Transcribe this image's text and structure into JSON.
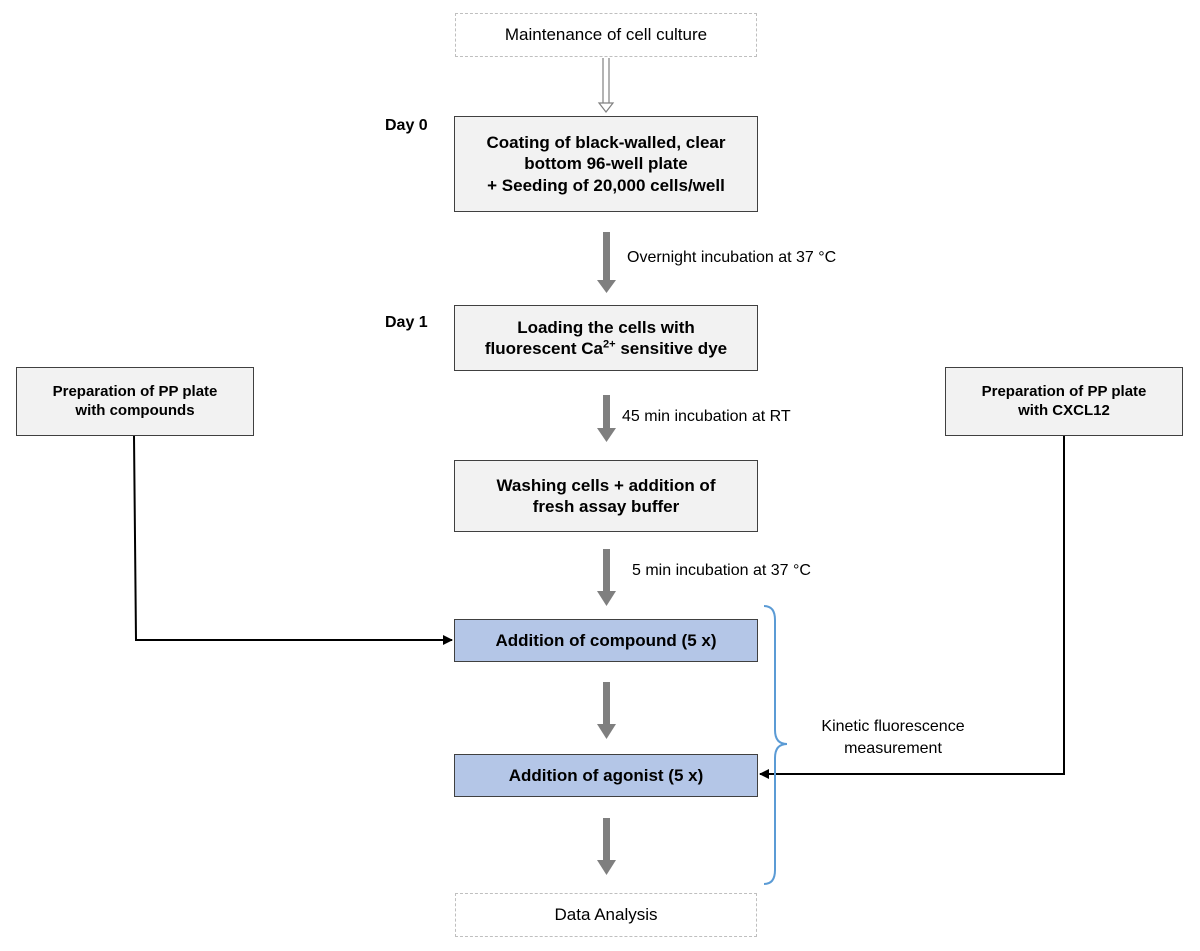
{
  "nodes": {
    "maintenance": "Maintenance of cell culture",
    "coating_line1": "Coating of black-walled, clear",
    "coating_line2": "bottom 96-well plate",
    "coating_line3": "+ Seeding of 20,000 cells/well",
    "loading_line1": "Loading the cells with",
    "loading_line2_pre": "fluorescent Ca",
    "loading_sup": "2+",
    "loading_line2_post": " sensitive dye",
    "washing_line1": "Washing cells + addition of",
    "washing_line2": "fresh assay buffer",
    "add_compound": "Addition of compound (5 x)",
    "add_agonist": "Addition of agonist (5 x)",
    "data_analysis": "Data Analysis",
    "prep_compounds_line1": "Preparation of PP plate",
    "prep_compounds_line2": "with compounds",
    "prep_cxcl12_line1": "Preparation of PP plate",
    "prep_cxcl12_line2": "with CXCL12"
  },
  "days": {
    "day0": "Day 0",
    "day1": "Day 1"
  },
  "steps": {
    "overnight": "Overnight incubation at 37 °C",
    "min45": "45 min incubation at RT",
    "min5": "5 min incubation at 37 °C"
  },
  "bracket": {
    "line1": "Kinetic fluorescence",
    "line2": "measurement"
  },
  "colors": {
    "grey_box": "#f2f2f2",
    "blue_box": "#b4c6e7",
    "arrow": "#7f7f7f",
    "bracket": "#5b9bd5",
    "dashed_border": "#bfbfbf"
  }
}
